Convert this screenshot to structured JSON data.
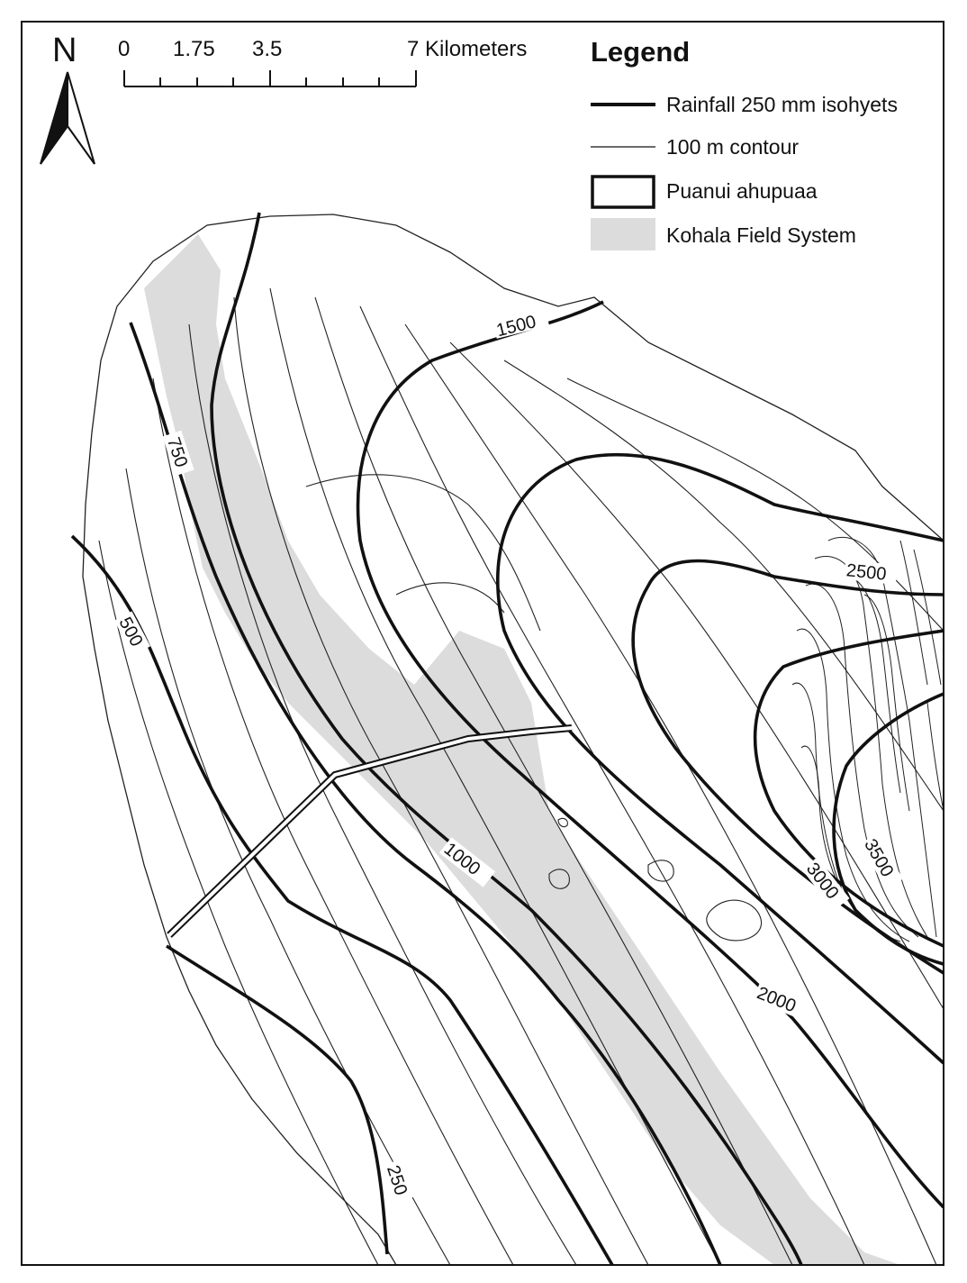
{
  "north_arrow": {
    "letter": "N"
  },
  "scale_bar": {
    "ticks": [
      "0",
      "1.75",
      "3.5",
      "7 Kilometers"
    ]
  },
  "legend": {
    "title": "Legend",
    "items": [
      {
        "key": "isohyet",
        "label": "Rainfall 250 mm isohyets"
      },
      {
        "key": "contour",
        "label": "100 m contour"
      },
      {
        "key": "ahupuaa",
        "label": "Puanui ahupuaa"
      },
      {
        "key": "field",
        "label": "Kohala Field System"
      }
    ]
  },
  "isohyet_labels": {
    "l250": "250",
    "l500": "500",
    "l750": "750",
    "l1000": "1000",
    "l1500": "1500",
    "l2000": "2000",
    "l2500": "2500",
    "l3000": "3000",
    "l3500": "3500"
  },
  "colors": {
    "isohyet": "#111111",
    "contour": "#222222",
    "field_system": "#dcdcdc",
    "background": "#ffffff"
  }
}
